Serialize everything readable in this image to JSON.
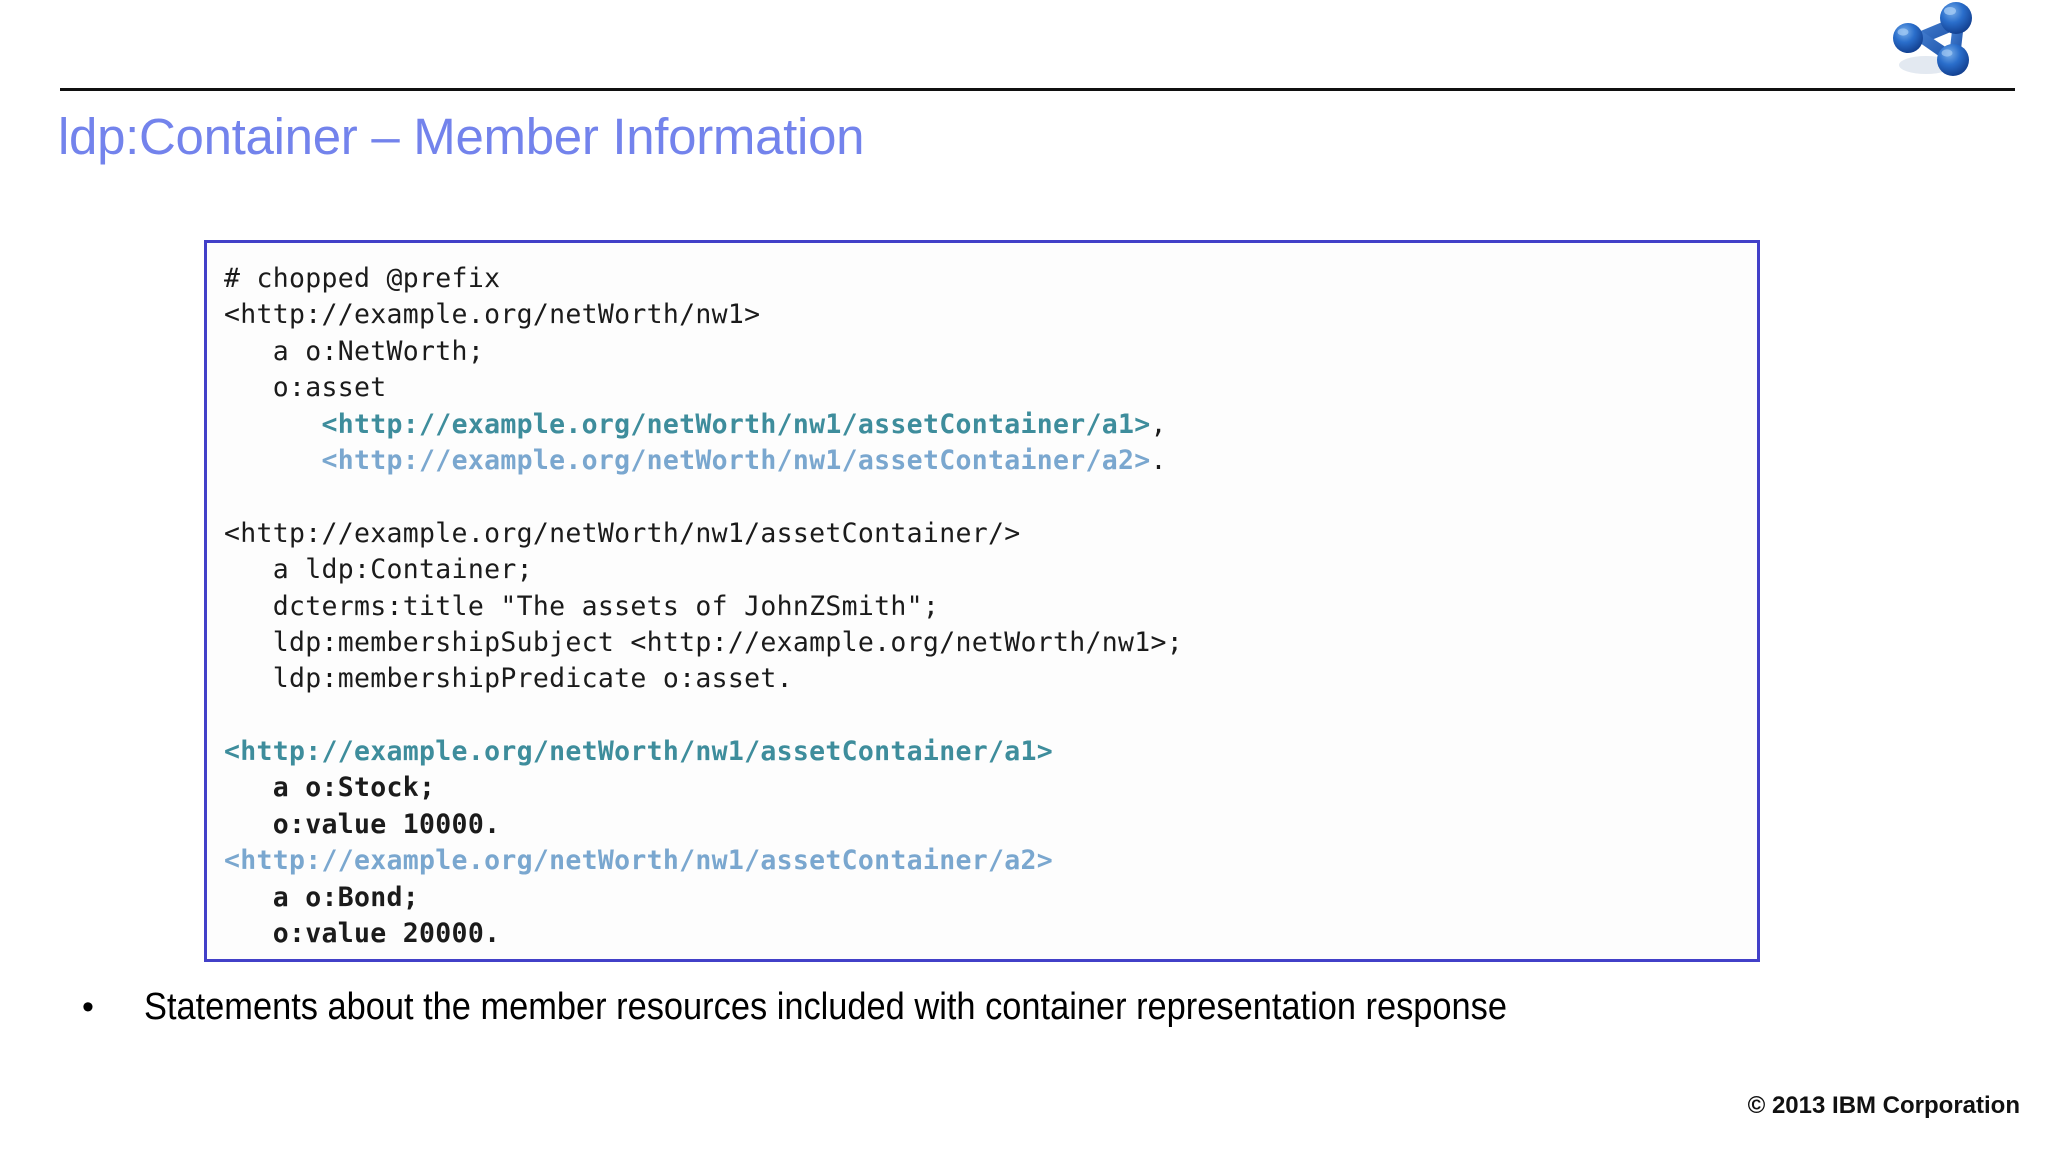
{
  "slide": {
    "title": "ldp:Container – Member Information",
    "title_color": "#7383ec",
    "background": "#ffffff",
    "rule_color": "#101010"
  },
  "logo": {
    "name": "linked-data-molecule-logo",
    "primary_color": "#1f5fc0",
    "highlight_color": "#6ea4e8",
    "shadow_color": "#dfe6ef"
  },
  "code_box": {
    "border_color": "#4240c8",
    "background": "#fdfdfd",
    "colors": {
      "text": "#1b1b1b",
      "teal": "#3e8d9c",
      "light_blue": "#7aa7cf"
    },
    "lines": [
      {
        "id": "l01",
        "segments": [
          {
            "text": "# chopped @prefix",
            "style": "black"
          }
        ]
      },
      {
        "id": "l02",
        "segments": [
          {
            "text": "<http://example.org/netWorth/nw1>",
            "style": "black"
          }
        ]
      },
      {
        "id": "l03",
        "segments": [
          {
            "text": "   a o:NetWorth;",
            "style": "black"
          }
        ]
      },
      {
        "id": "l04",
        "segments": [
          {
            "text": "   o:asset",
            "style": "black"
          }
        ]
      },
      {
        "id": "l05",
        "segments": [
          {
            "text": "      ",
            "style": "black"
          },
          {
            "text": "<http://example.org/netWorth/nw1/assetContainer/a1>",
            "style": "teal-bold"
          },
          {
            "text": ",",
            "style": "black"
          }
        ]
      },
      {
        "id": "l06",
        "segments": [
          {
            "text": "      ",
            "style": "black"
          },
          {
            "text": "<http://example.org/netWorth/nw1/assetContainer/a2>",
            "style": "lightblue-bold"
          },
          {
            "text": ".",
            "style": "black"
          }
        ]
      },
      {
        "id": "l07",
        "segments": [
          {
            "text": " ",
            "style": "black"
          }
        ]
      },
      {
        "id": "l08",
        "segments": [
          {
            "text": "<http://example.org/netWorth/nw1/assetContainer/>",
            "style": "black"
          }
        ]
      },
      {
        "id": "l09",
        "segments": [
          {
            "text": "   a ldp:Container;",
            "style": "black"
          }
        ]
      },
      {
        "id": "l10",
        "segments": [
          {
            "text": "   dcterms:title \"The assets of JohnZSmith\";",
            "style": "black"
          }
        ]
      },
      {
        "id": "l11",
        "segments": [
          {
            "text": "   ldp:membershipSubject <http://example.org/netWorth/nw1>;",
            "style": "black"
          }
        ]
      },
      {
        "id": "l12",
        "segments": [
          {
            "text": "   ldp:membershipPredicate o:asset.",
            "style": "black"
          }
        ]
      },
      {
        "id": "l13",
        "segments": [
          {
            "text": " ",
            "style": "black"
          }
        ]
      },
      {
        "id": "l14",
        "segments": [
          {
            "text": "<http://example.org/netWorth/nw1/assetContainer/a1>",
            "style": "teal-bold"
          }
        ]
      },
      {
        "id": "l15",
        "segments": [
          {
            "text": "   a o:Stock;",
            "style": "black-bold"
          }
        ]
      },
      {
        "id": "l16",
        "segments": [
          {
            "text": "   o:value 10000.",
            "style": "black-bold"
          }
        ]
      },
      {
        "id": "l17",
        "segments": [
          {
            "text": "<http://example.org/netWorth/nw1/assetContainer/a2>",
            "style": "lightblue-bold"
          }
        ]
      },
      {
        "id": "l18",
        "segments": [
          {
            "text": "   a o:Bond;",
            "style": "black-bold"
          }
        ]
      },
      {
        "id": "l19",
        "segments": [
          {
            "text": "   o:value 20000.",
            "style": "black-bold"
          }
        ]
      }
    ]
  },
  "bullets": [
    {
      "marker": "•",
      "text": "Statements about the member resources included with container representation response"
    }
  ],
  "footer": {
    "copyright": "© 2013 IBM Corporation"
  }
}
